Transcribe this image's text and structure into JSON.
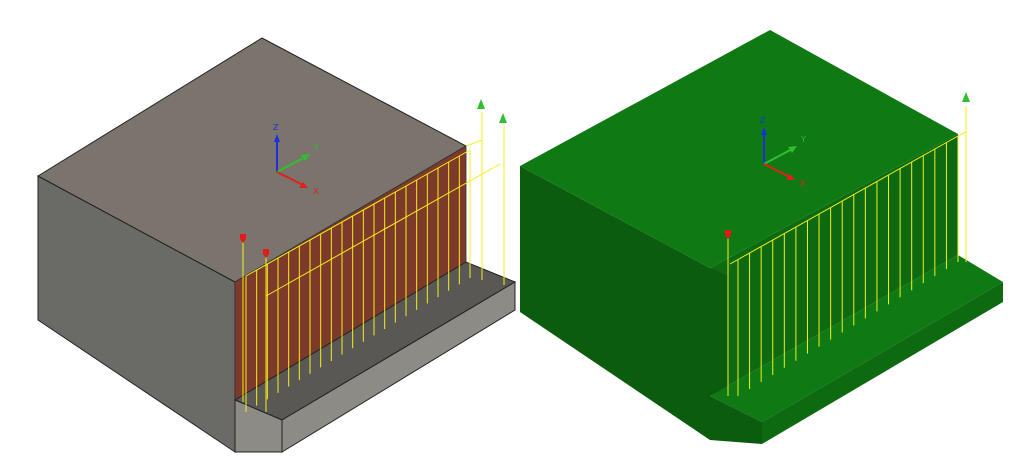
{
  "views": [
    {
      "name": "stock-model",
      "shading": "gray-with-red-machining-face"
    },
    {
      "name": "machined-part",
      "shading": "green"
    }
  ],
  "colors": {
    "stock_top": "#7a746c",
    "stock_side": "#6a6a66",
    "stock_front": "#8c8b86",
    "stock_ledge": "#5a5855",
    "machining_face": "#7d3a2a",
    "part_top": "#0f7a13",
    "part_side": "#0b5c0e",
    "part_front": "#0d6a10",
    "toolpath": "#f3ef1a",
    "entry_marker": "#e21a1a",
    "exit_marker": "#30c030",
    "axis_x": "#e0201c",
    "axis_y": "#2fbf2f",
    "axis_z": "#1b2fe0"
  },
  "axes": {
    "x": "X",
    "y": "Y",
    "z": "Z"
  },
  "toolpath": {
    "passes_stock": 22,
    "passes_part": 20
  },
  "icons": [
    "triad-icon",
    "entry-marker-icon",
    "exit-arrow-icon"
  ]
}
